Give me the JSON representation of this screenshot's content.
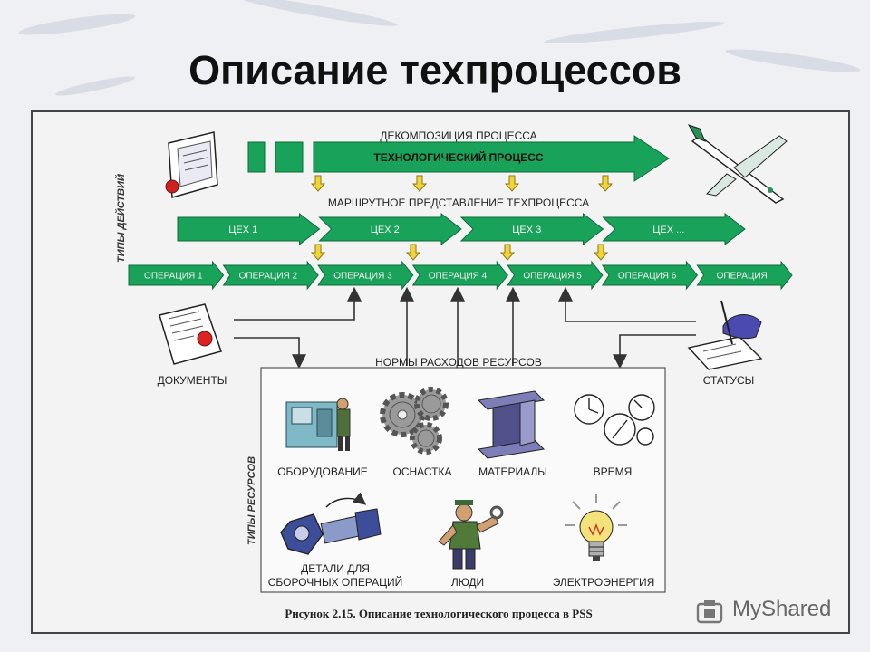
{
  "slide_title": "Описание техпроцессов",
  "labels": {
    "decomposition": "ДЕКОМПОЗИЦИЯ ПРОЦЕССА",
    "tech_process": "ТЕХНОЛОГИЧЕСКИЙ ПРОЦЕСС",
    "route_view": "МАРШРУТНОЕ ПРЕДСТАВЛЕНИЕ ТЕХПРОЦЕССА",
    "action_types": "ТИПЫ ДЕЙСТВИЙ",
    "resource_norms": "НОРМЫ РАСХОДОВ РЕСУРСОВ",
    "resource_types": "ТИПЫ РЕСУРСОВ",
    "documents": "ДОКУМЕНТЫ",
    "statuses": "СТАТУСЫ"
  },
  "workshops": [
    "ЦЕХ 1",
    "ЦЕХ 2",
    "ЦЕХ 3",
    "ЦЕХ ..."
  ],
  "operations": [
    "ОПЕРАЦИЯ 1",
    "ОПЕРАЦИЯ 2",
    "ОПЕРАЦИЯ 3",
    "ОПЕРАЦИЯ 4",
    "ОПЕРАЦИЯ 5",
    "ОПЕРАЦИЯ 6",
    "ОПЕРАЦИЯ"
  ],
  "resources": {
    "equipment": "ОБОРУДОВАНИЕ",
    "tooling": "ОСНАСТКА",
    "materials": "МАТЕРИАЛЫ",
    "time": "ВРЕМЯ",
    "parts_line1": "ДЕТАЛИ ДЛЯ",
    "parts_line2": "СБОРОЧНЫХ ОПЕРАЦИЙ",
    "people": "ЛЮДИ",
    "electricity": "ЭЛЕКТРОЭНЕРГИЯ"
  },
  "caption": "Рисунок 2.15. Описание технологического процесса в PSS",
  "watermark": "MyShared",
  "colors": {
    "arrow_fill": "#18a25a",
    "arrow_stroke": "#0e6b3a",
    "connector": "#333333",
    "down_arrow": "#f2d43a",
    "frame": "#444444"
  },
  "icons": [
    "document-icon",
    "airplane-icon",
    "papers-icon",
    "signing-hand-icon",
    "equipment-icon",
    "gears-icon",
    "i-beam-icon",
    "clocks-icon",
    "bolt-nut-icon",
    "worker-icon",
    "lightbulb-icon"
  ]
}
